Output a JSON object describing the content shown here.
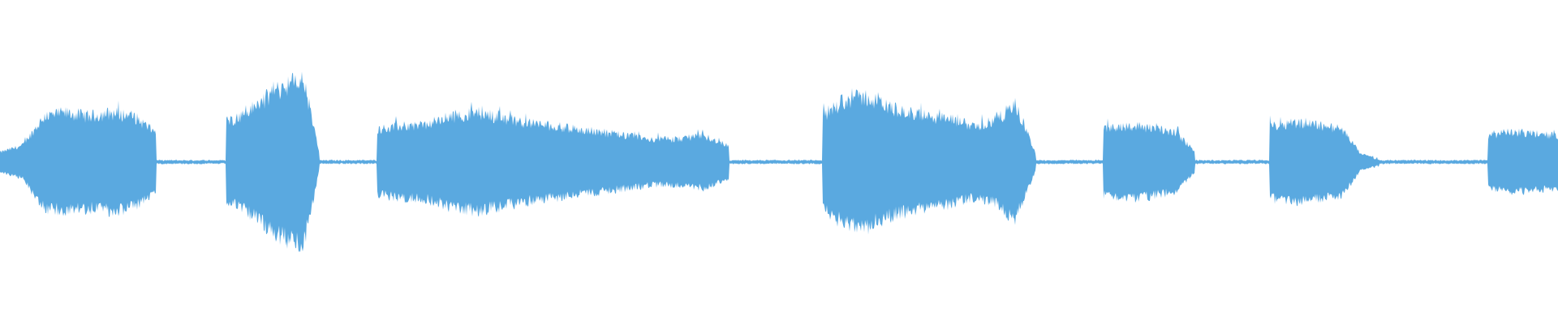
{
  "waveform": {
    "color": "#5aa9e0",
    "peak_scale": 1.0,
    "segments": [
      {
        "start": 0.0,
        "end": 0.1,
        "amp": [
          0.06,
          0.1,
          0.28,
          0.3,
          0.28,
          0.3,
          0.28,
          0.18
        ]
      },
      {
        "start": 0.1,
        "end": 0.145,
        "amp": [
          0.01,
          0.01,
          0.01,
          0.01
        ]
      },
      {
        "start": 0.145,
        "end": 0.205,
        "amp": [
          0.25,
          0.28,
          0.35,
          0.42,
          0.48,
          0.5,
          0.05
        ]
      },
      {
        "start": 0.205,
        "end": 0.242,
        "amp": [
          0.01,
          0.01,
          0.01
        ]
      },
      {
        "start": 0.242,
        "end": 0.468,
        "amp": [
          0.2,
          0.22,
          0.23,
          0.28,
          0.3,
          0.27,
          0.24,
          0.22,
          0.2,
          0.18,
          0.16,
          0.14,
          0.14,
          0.16,
          0.1
        ]
      },
      {
        "start": 0.468,
        "end": 0.528,
        "amp": [
          0.01,
          0.01,
          0.01,
          0.01
        ]
      },
      {
        "start": 0.528,
        "end": 0.665,
        "amp": [
          0.28,
          0.38,
          0.4,
          0.34,
          0.3,
          0.28,
          0.26,
          0.22,
          0.24,
          0.35,
          0.05
        ]
      },
      {
        "start": 0.665,
        "end": 0.708,
        "amp": [
          0.01,
          0.01,
          0.01
        ]
      },
      {
        "start": 0.708,
        "end": 0.767,
        "amp": [
          0.2,
          0.22,
          0.22,
          0.2,
          0.18,
          0.06
        ]
      },
      {
        "start": 0.767,
        "end": 0.815,
        "amp": [
          0.01,
          0.01,
          0.01
        ]
      },
      {
        "start": 0.815,
        "end": 0.885,
        "amp": [
          0.22,
          0.24,
          0.24,
          0.22,
          0.2,
          0.05,
          0.02
        ]
      },
      {
        "start": 0.885,
        "end": 0.955,
        "amp": [
          0.01,
          0.01,
          0.01,
          0.01
        ]
      },
      {
        "start": 0.955,
        "end": 1.0,
        "amp": [
          0.16,
          0.18,
          0.18,
          0.17,
          0.16
        ]
      }
    ]
  }
}
